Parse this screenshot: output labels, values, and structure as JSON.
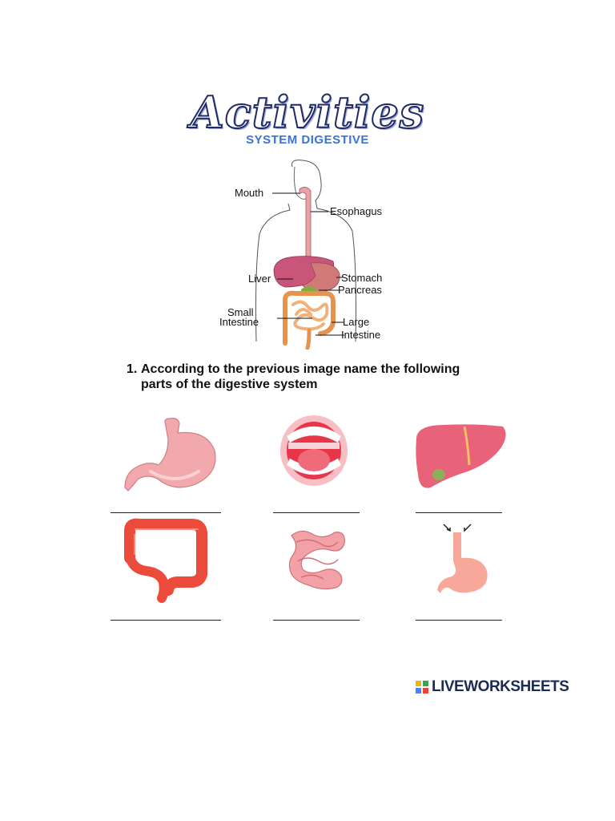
{
  "header": {
    "title": "Activities",
    "subtitle": "SYSTEM DIGESTIVE"
  },
  "diagram": {
    "labels": {
      "mouth": "Mouth",
      "esophagus": "Esophagus",
      "liver": "Liver",
      "stomach": "Stomach",
      "pancreas": "Pancreas",
      "small_intestine_1": "Small",
      "small_intestine_2": "Intestine",
      "large_intestine_1": "Large",
      "large_intestine_2": "Intestine"
    }
  },
  "question": {
    "number": "1.",
    "line1": "According to the previous image name the following",
    "line2": "parts of the digestive system"
  },
  "answer_items": [
    {
      "icon": "stomach-icon",
      "answer": ""
    },
    {
      "icon": "mouth-icon",
      "answer": ""
    },
    {
      "icon": "liver-icon",
      "answer": ""
    },
    {
      "icon": "large-intestine-icon",
      "answer": ""
    },
    {
      "icon": "small-intestine-icon",
      "answer": ""
    },
    {
      "icon": "esophagus-icon",
      "answer": ""
    }
  ],
  "logo": {
    "text": "LIVEWORKSHEETS"
  },
  "colors": {
    "title_outline": "#1f2a66",
    "subtitle": "#3a73d6",
    "organ_red": "#e8473b",
    "organ_pink": "#e89aa0"
  }
}
